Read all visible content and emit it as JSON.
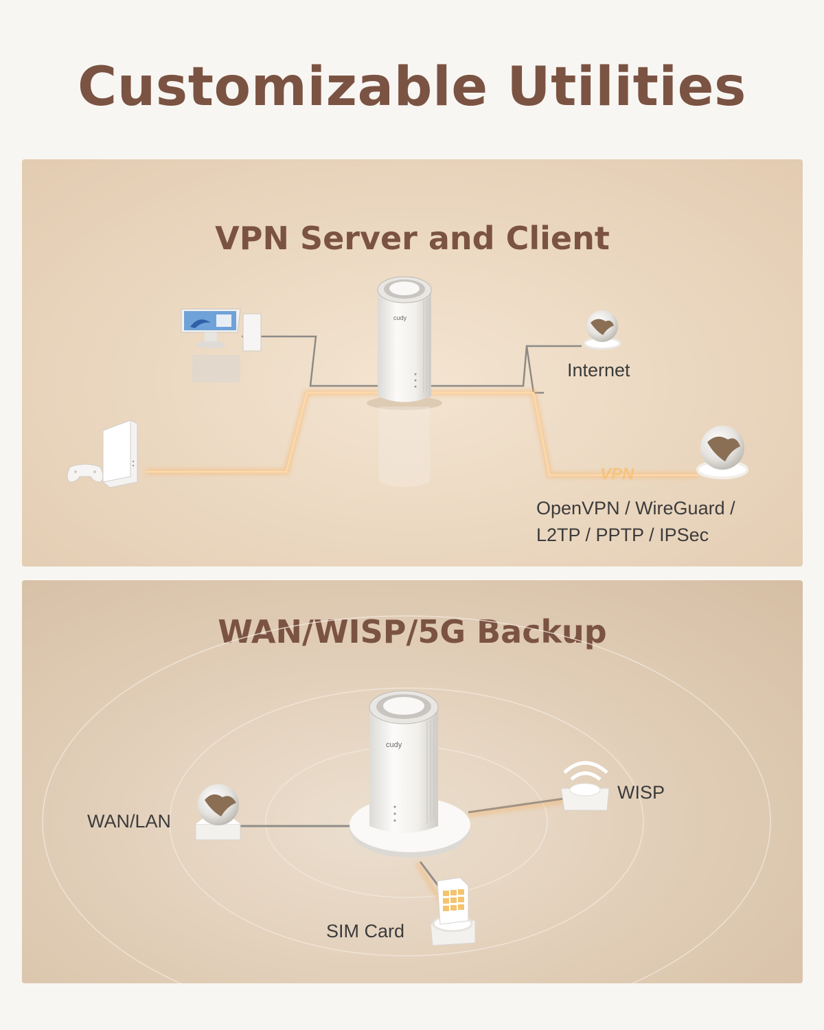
{
  "page": {
    "title": "Customizable Utilities"
  },
  "vpn_panel": {
    "title": "VPN Server and Client",
    "internet_label": "Internet",
    "vpn_tag": "VPN",
    "protocols_line1": "OpenVPN / WireGuard /",
    "protocols_line2": "L2TP / PPTP / IPSec",
    "router_brand": "cudy"
  },
  "wan_panel": {
    "title": "WAN/WISP/5G Backup",
    "wan_label": "WAN/LAN",
    "wisp_label": "WISP",
    "sim_label": "SIM Card",
    "router_brand": "cudy"
  },
  "colors": {
    "title": "#7b5343",
    "glow_line": "#f4b26a",
    "grey_line": "#8e8e8e",
    "device_white": "#f4f3f1"
  },
  "icons": [
    "router-icon",
    "computer-monitor-icon",
    "game-controller-icon",
    "nas-box-icon",
    "globe-icon",
    "wifi-icon",
    "sim-card-icon"
  ]
}
